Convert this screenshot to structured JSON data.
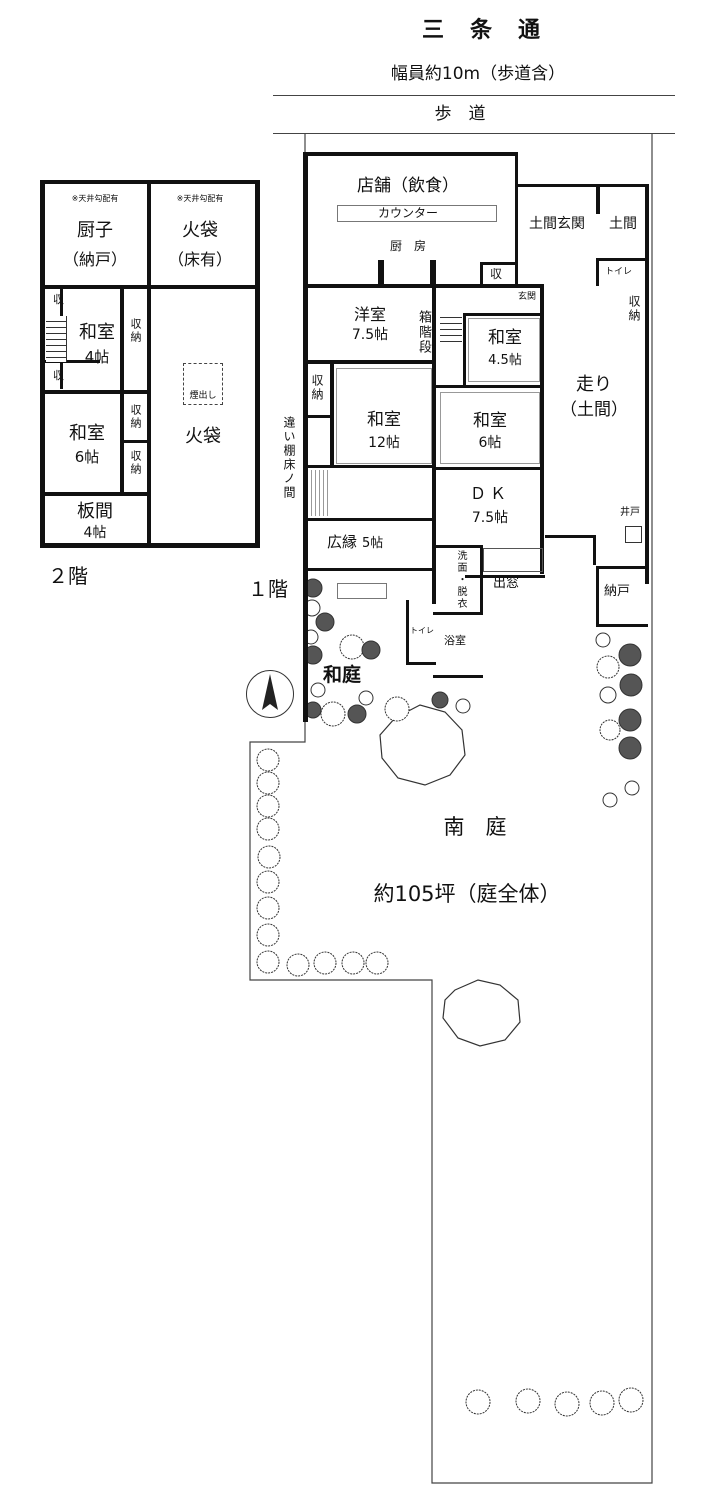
{
  "street": {
    "name": "三　条　通",
    "width_note": "幅員約10m（歩道含）",
    "sidewalk": "歩　道"
  },
  "floor2": {
    "label": "２階",
    "rooms": [
      {
        "id": "zushi",
        "note": "※天井勾配有",
        "name": "厨子",
        "sub": "（納戸）"
      },
      {
        "id": "hibukuro-upper",
        "note": "※天井勾配有",
        "name": "火袋",
        "sub": "（床有）"
      },
      {
        "id": "shu-1",
        "name": "収"
      },
      {
        "id": "washitsu-4",
        "name": "和室",
        "size": "4帖"
      },
      {
        "id": "shuno-1",
        "name": "収納"
      },
      {
        "id": "shu-2",
        "name": "収"
      },
      {
        "id": "washitsu-6",
        "name": "和室",
        "size": "6帖"
      },
      {
        "id": "shuno-2",
        "name": "収納"
      },
      {
        "id": "shuno-3",
        "name": "収納"
      },
      {
        "id": "hibukuro",
        "name": "火袋",
        "vent": "煙出し"
      },
      {
        "id": "itama",
        "name": "板間",
        "size": "4帖"
      }
    ]
  },
  "floor1": {
    "label": "１階",
    "rooms": [
      {
        "id": "shop",
        "name": "店舗（飲食）",
        "counter": "カウンター",
        "kitchen": "厨　房"
      },
      {
        "id": "doma-genkan",
        "name": "土間玄関"
      },
      {
        "id": "doma",
        "name": "土間"
      },
      {
        "id": "shu-kitchen",
        "name": "収"
      },
      {
        "id": "toilet-1",
        "name": "トイレ"
      },
      {
        "id": "genkan",
        "name": "玄関"
      },
      {
        "id": "shuno-right",
        "name": "収納"
      },
      {
        "id": "yoshitsu",
        "name": "洋室",
        "size": "7.5帖"
      },
      {
        "id": "hakokaidan",
        "name": "箱階段"
      },
      {
        "id": "washitsu-45",
        "name": "和室",
        "size": "4.5帖"
      },
      {
        "id": "hashiri",
        "name": "走り",
        "sub": "（土間）"
      },
      {
        "id": "shuno-left",
        "name": "収納"
      },
      {
        "id": "chigaidana",
        "name": "違い棚床ノ間"
      },
      {
        "id": "washitsu-12",
        "name": "和室",
        "size": "12帖"
      },
      {
        "id": "washitsu-6b",
        "name": "和室",
        "size": "6帖"
      },
      {
        "id": "dk",
        "name": "ＤＫ",
        "size": "7.5帖"
      },
      {
        "id": "ido",
        "name": "井戸"
      },
      {
        "id": "hiroen",
        "name": "広縁",
        "size": "5帖"
      },
      {
        "id": "senmen",
        "name": "洗面・脱衣"
      },
      {
        "id": "demado",
        "name": "出窓"
      },
      {
        "id": "nando",
        "name": "納戸"
      },
      {
        "id": "toilet-2",
        "name": "トイレ"
      },
      {
        "id": "yokushitsu",
        "name": "浴室"
      }
    ]
  },
  "garden": {
    "wa_tei": "和庭",
    "minami_tei": "南　庭",
    "area": "約105坪（庭全体）"
  },
  "compass": {
    "direction": "north"
  }
}
